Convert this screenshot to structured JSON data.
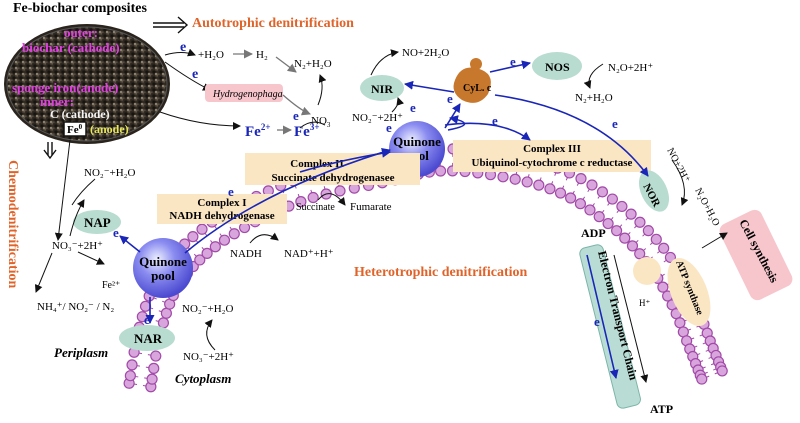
{
  "title": "Fe-biochar  composites",
  "biochar": {
    "outer_label": "outer:",
    "biochar_cathode": "biochar (cathode)",
    "sponge_iron_anode": "sponge iron(anode)",
    "inner_label": "inner:",
    "c_cathode": "C (cathode)",
    "fe0": "Fe",
    "fe0_sup": "0",
    "anode": "(anode)"
  },
  "sections": {
    "autotrophic": "Autotrophic denitrification",
    "chemodenitrification": "Chemodenitrification",
    "heterotrophic": "Heterotrophic denitrification"
  },
  "labels": {
    "periplasm": "Periplasm",
    "cytoplasm": "Cytoplasm",
    "hydrogenophaga": "Hydrogenophaga",
    "e": "e"
  },
  "autotrophic_species": {
    "h2o": "+H₂O",
    "h2": "H₂",
    "n2_h2o": "N₂+H₂O",
    "no3": "NO",
    "no3_sub": "3",
    "no3_sup": "−",
    "fe2": "Fe",
    "fe2_sup": "2+",
    "fe3": "Fe",
    "fe3_sup": "3+"
  },
  "enzymes": {
    "nir": "NIR",
    "nos": "NOS",
    "cyl": "CyL. c",
    "nap": "NAP",
    "nar": "NAR",
    "nor": "NOR",
    "quinone_pool": [
      "Quinone",
      "pool"
    ]
  },
  "complexes": {
    "complex1": "Complex I",
    "complex1_name": "NADH dehydrogenase",
    "complex2": "Complex II",
    "complex2_name": "Succinate dehydrogenasee",
    "complex3": "Complex III",
    "complex3_name": "Ubiquinol-cytochrome c reductase"
  },
  "metabolites": {
    "succinate": "Succinate",
    "fumarate": "Fumarate",
    "nadh": "NADH",
    "nad": "NAD⁺+H⁺"
  },
  "reactions": {
    "no_2h2o": "NO+2H₂O",
    "no2_2h_top": "NO₂⁻+2H⁺",
    "n2o_2h": "N₂O+2H⁺",
    "n2_h2o_right": "N₂+H₂O",
    "no_2h_right": "NO+2H⁺",
    "n2o_h2o": "N₂O+H₂O",
    "no2_h2o_left": "NO₂⁻+H₂O",
    "no3_2h_left": "NO₃⁻+2H⁺",
    "fe2_left": "Fe²⁺",
    "nh4_no2_n2": "NH₄⁺/ NO₂⁻ / N₂",
    "no2_h2o_bottom": "NO₂⁻+H₂O",
    "no3_2h_bottom": "NO₃⁻+2H⁺"
  },
  "etc": {
    "adp": "ADP",
    "atp": "ATP",
    "chain_label": "Electron Transport Chain",
    "atp_synthase": "ATP synthase",
    "h_plus": "H⁺",
    "cell_synthesis": "Cell synthesis"
  },
  "colors": {
    "pink_text": "#e040e0",
    "orange_title": "#e0642a",
    "electron_blue": "#1a26b8",
    "membrane_purple": "#a24aa8",
    "membrane_light": "#d8a6dc",
    "box_beige": "#fbe6c4",
    "enzyme_green": "#b8dcd0",
    "quinone_blue": "#7c7ce6",
    "cyl_orange": "#c8782c",
    "cell_pink": "#f7c6cc",
    "chain_teal": "#b9ddd4"
  }
}
